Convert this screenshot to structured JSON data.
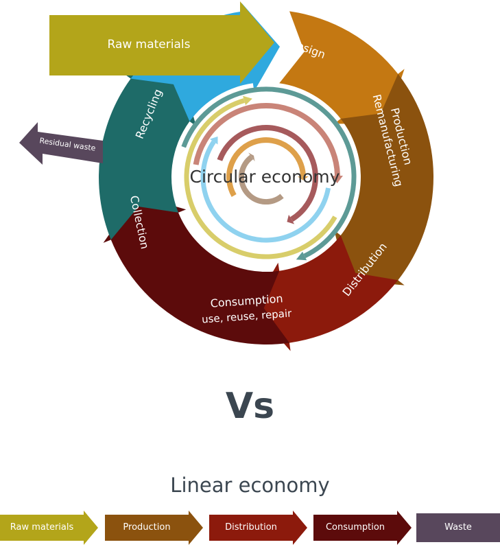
{
  "circular": {
    "title": "Circular economy",
    "raw_materials": "Raw materials",
    "residual_waste": "Residual waste",
    "segments": [
      {
        "label": "Design",
        "color": "#c47812"
      },
      {
        "label": "Production",
        "label2": "Remanufacturing",
        "color": "#8b520e"
      },
      {
        "label": "Distribution",
        "color": "#8c1a0c"
      },
      {
        "label": "Consumption",
        "label2": "use, reuse, repair",
        "color": "#5c0b0b"
      },
      {
        "label": "Collection",
        "color": "#1e6b68"
      },
      {
        "label": "Recycling",
        "color": "#2fa9de"
      }
    ],
    "raw_color": "#b3a51a",
    "waste_color": "#58475c"
  },
  "vs": "Vs",
  "linear": {
    "title": "Linear economy",
    "steps": [
      {
        "label": "Raw materials",
        "color": "#b3a51a"
      },
      {
        "label": "Production",
        "color": "#8b520e"
      },
      {
        "label": "Distribution",
        "color": "#8c1a0c"
      },
      {
        "label": "Consumption",
        "color": "#5c0b0b"
      },
      {
        "label": "Waste",
        "color": "#58475c"
      }
    ]
  }
}
